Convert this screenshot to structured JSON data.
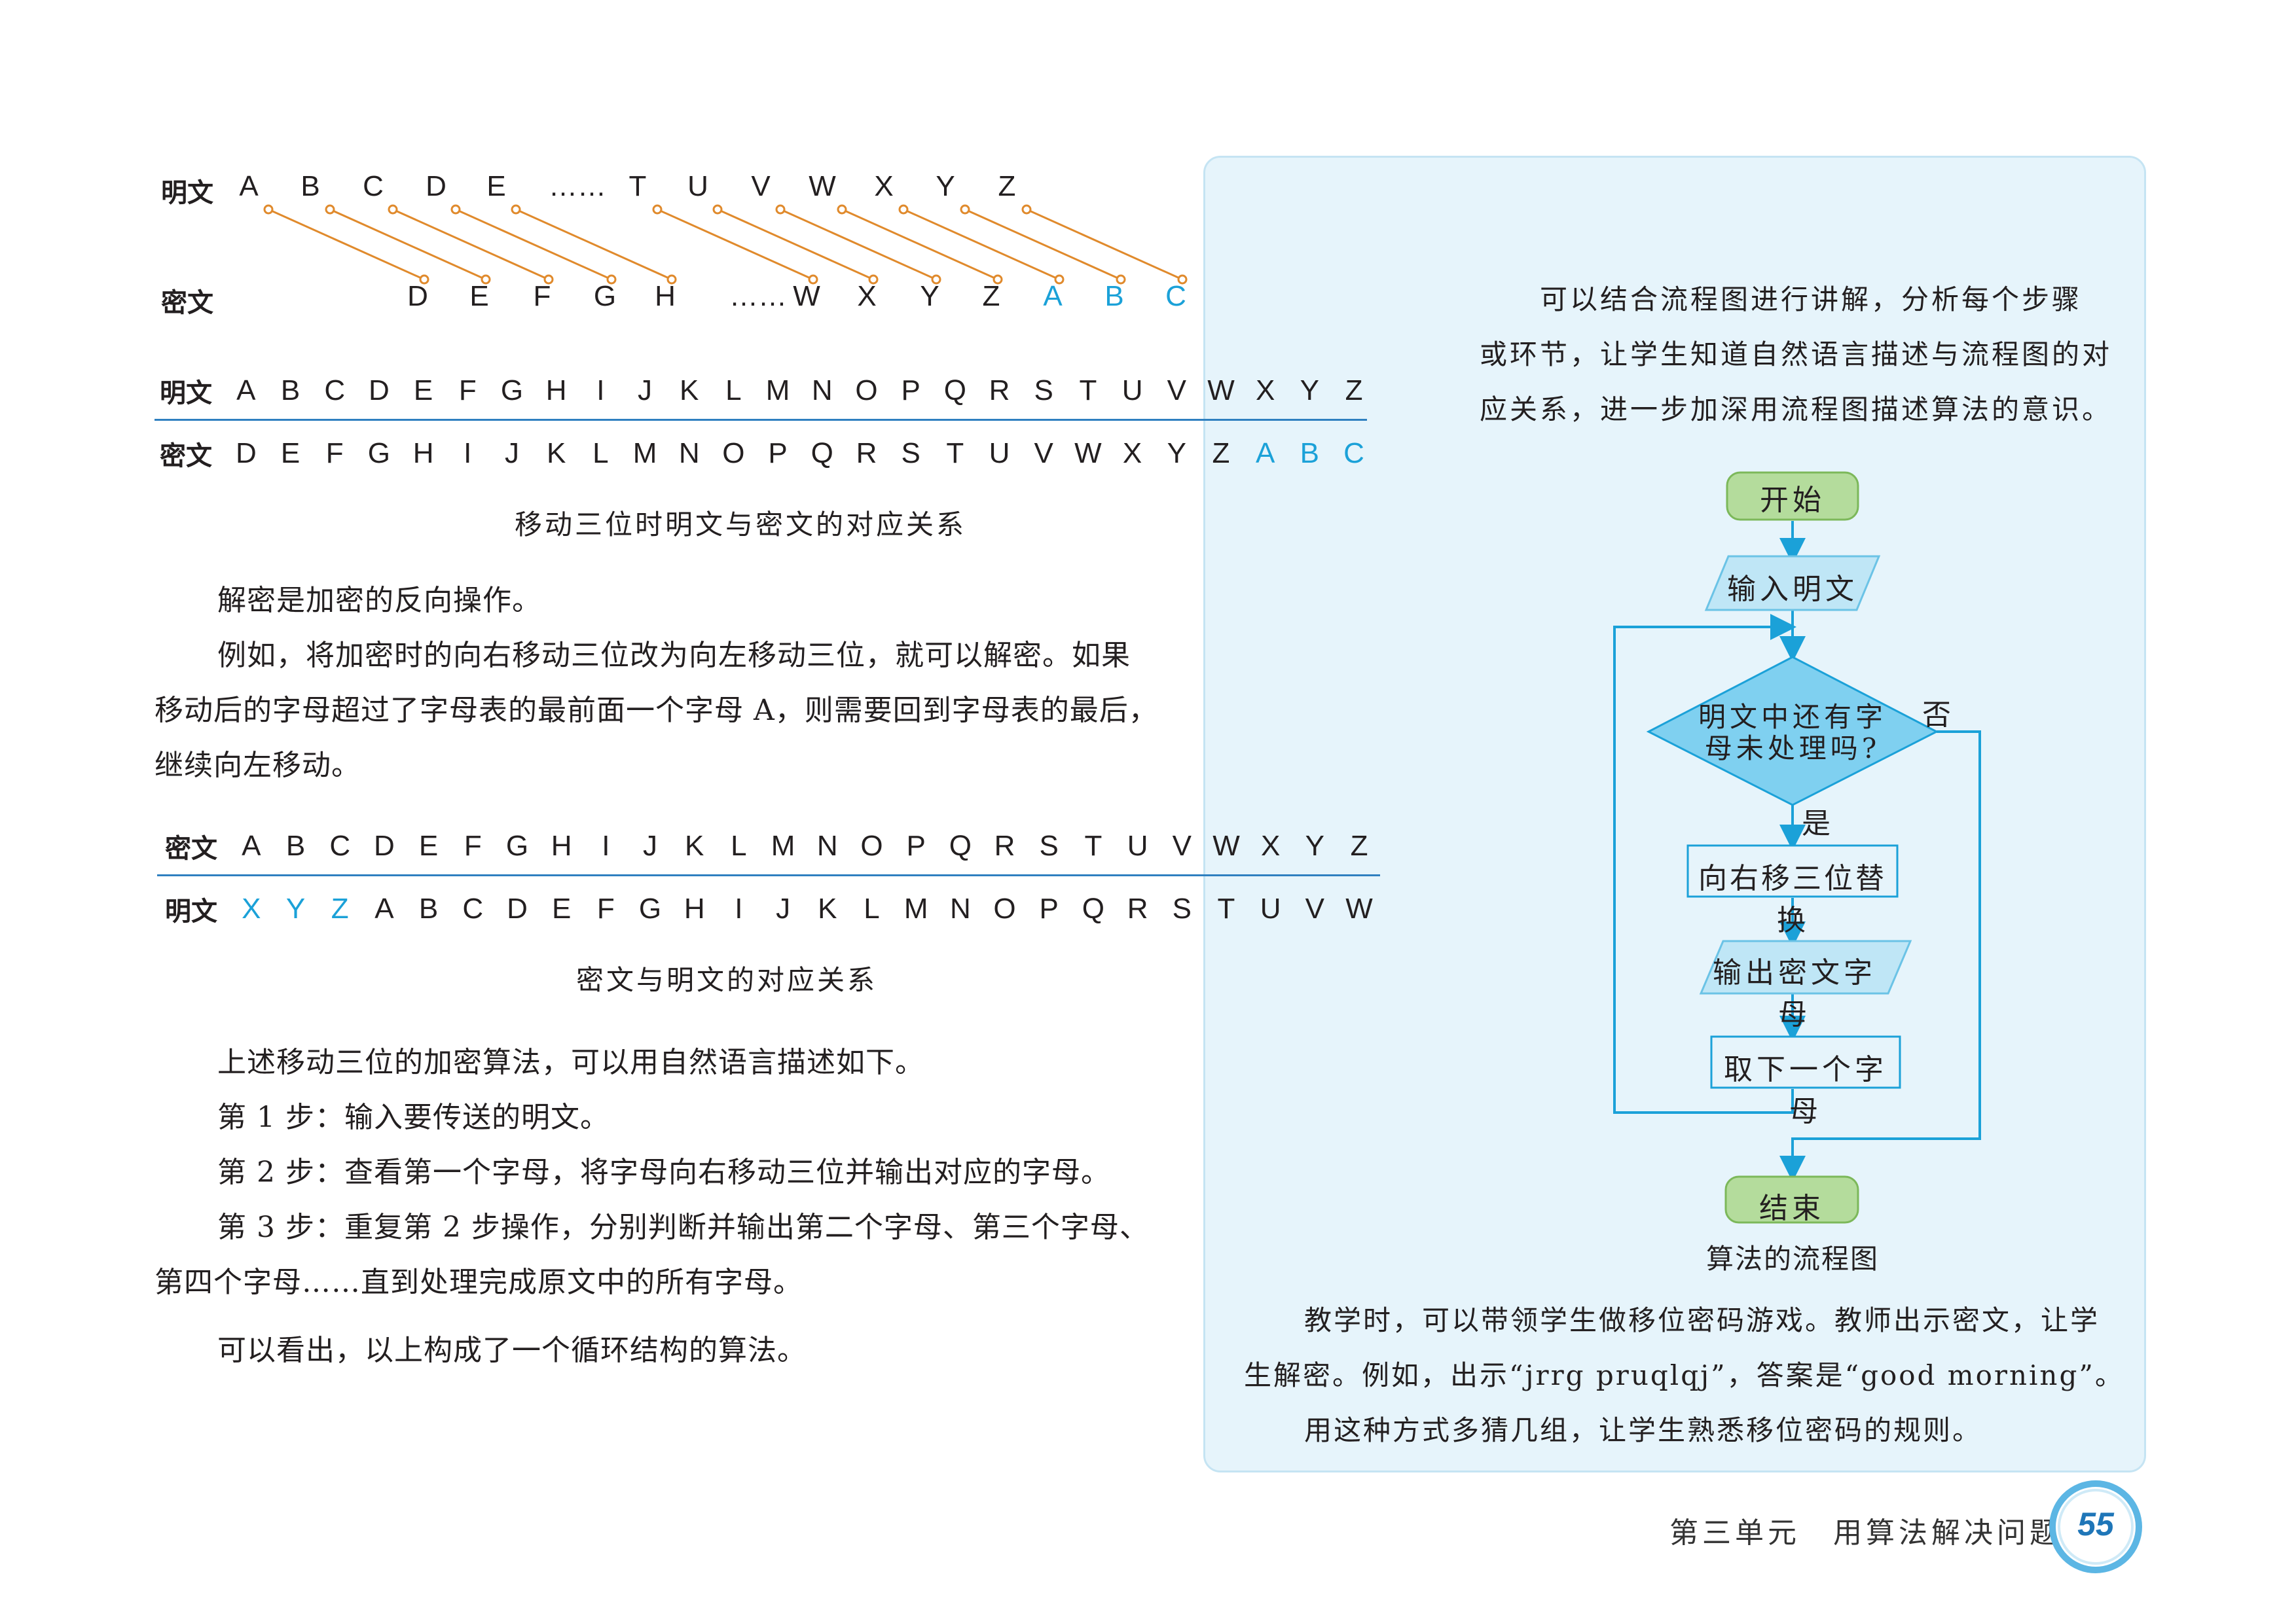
{
  "shift_diagram": {
    "plain_label": "明文",
    "cipher_label": "密文",
    "plain_letters": [
      "A",
      "B",
      "C",
      "D",
      "E",
      "……",
      "T",
      "U",
      "V",
      "W",
      "X",
      "Y",
      "Z"
    ],
    "cipher_letters": [
      "D",
      "E",
      "F",
      "G",
      "H",
      "……",
      "W",
      "X",
      "Y",
      "Z",
      "A",
      "B",
      "C"
    ]
  },
  "table1": {
    "row1_label": "明文",
    "row1": [
      "A",
      "B",
      "C",
      "D",
      "E",
      "F",
      "G",
      "H",
      "I",
      "J",
      "K",
      "L",
      "M",
      "N",
      "O",
      "P",
      "Q",
      "R",
      "S",
      "T",
      "U",
      "V",
      "W",
      "X",
      "Y",
      "Z"
    ],
    "row2_label": "密文",
    "row2": [
      "D",
      "E",
      "F",
      "G",
      "H",
      "I",
      "J",
      "K",
      "L",
      "M",
      "N",
      "O",
      "P",
      "Q",
      "R",
      "S",
      "T",
      "U",
      "V",
      "W",
      "X",
      "Y",
      "Z",
      "A",
      "B",
      "C"
    ],
    "caption": "移动三位时明文与密文的对应关系"
  },
  "para1": {
    "lines": [
      "解密是加密的反向操作。",
      "例如，将加密时的向右移动三位改为向左移动三位，就可以解密。如果",
      "移动后的字母超过了字母表的最前面一个字母 A，则需要回到字母表的最后，",
      "继续向左移动。"
    ]
  },
  "table2": {
    "row1_label": "密文",
    "row1": [
      "A",
      "B",
      "C",
      "D",
      "E",
      "F",
      "G",
      "H",
      "I",
      "J",
      "K",
      "L",
      "M",
      "N",
      "O",
      "P",
      "Q",
      "R",
      "S",
      "T",
      "U",
      "V",
      "W",
      "X",
      "Y",
      "Z"
    ],
    "row2_label": "明文",
    "row2": [
      "X",
      "Y",
      "Z",
      "A",
      "B",
      "C",
      "D",
      "E",
      "F",
      "G",
      "H",
      "I",
      "J",
      "K",
      "L",
      "M",
      "N",
      "O",
      "P",
      "Q",
      "R",
      "S",
      "T",
      "U",
      "V",
      "W"
    ],
    "caption": "密文与明文的对应关系"
  },
  "para2": {
    "lines": [
      "上述移动三位的加密算法，可以用自然语言描述如下。",
      "第 1 步：输入要传送的明文。",
      "第 2 步：查看第一个字母，将字母向右移动三位并输出对应的字母。",
      "第 3 步：重复第 2 步操作，分别判断并输出第二个字母、第三个字母、",
      "第四个字母……直到处理完成原文中的所有字母。"
    ],
    "conclusion": "可以看出，以上构成了一个循环结构的算法。"
  },
  "side_panel": {
    "intro_lines": [
      "可以结合流程图进行讲解，分析每个步骤",
      "或环节，让学生知道自然语言描述与流程图的对",
      "应关系，进一步加深用流程图描述算法的意识。"
    ],
    "flowchart": {
      "start": "开始",
      "input": "输入明文",
      "decision_line1": "明文中还有字",
      "decision_line2": "母未处理吗?",
      "no": "否",
      "yes": "是",
      "process": "向右移三位替换",
      "output": "输出密文字母",
      "next": "取下一个字母",
      "end": "结束",
      "caption": "算法的流程图"
    },
    "bottom_lines": [
      "教学时，可以带领学生做移位密码游戏。教师出示密文，让学",
      "生解密。例如，出示“jrrg pruqlqj”，答案是“good morning”。",
      "用这种方式多猜几组，让学生熟悉移位密码的规则。"
    ]
  },
  "footer": {
    "unit": "第三单元　用算法解决问题",
    "page_number": "55"
  },
  "colors": {
    "panel_bg": "#e6f4fb",
    "connector_orange": "#e08a2c",
    "highlight_blue": "#1ba1d8",
    "flow_green": "#b4dc9c",
    "flow_blue": "#bfe6f6",
    "rule_blue": "#2f80c0"
  }
}
